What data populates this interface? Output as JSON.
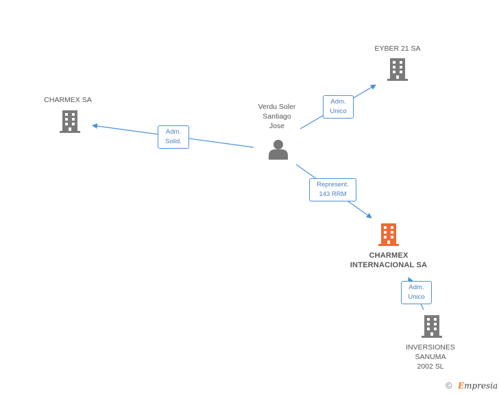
{
  "nodes": {
    "person": {
      "label": "Verdu Soler\nSantiago\nJose"
    },
    "eyber": {
      "label": "EYBER 21 SA"
    },
    "charmex": {
      "label": "CHARMEX SA"
    },
    "charmex_int": {
      "label": "CHARMEX\nINTERNACIONAL SA"
    },
    "inversiones": {
      "label": "INVERSIONES\nSANUMA\n2002  SL"
    }
  },
  "edges": {
    "to_eyber": {
      "label": "Adm.\nUnico"
    },
    "to_charmex": {
      "label": "Adm.\nSolid."
    },
    "to_charmex_int": {
      "label": "Represent.\n143 RRM"
    },
    "to_inversiones": {
      "label": "Adm.\nUnico"
    }
  },
  "colors": {
    "edge": "#4a90d9",
    "building": "#7a7a7a",
    "focus_building": "#f06a35",
    "person": "#777777"
  },
  "footer": {
    "copyright": "©",
    "brand_initial": "E",
    "brand_rest": "mpresia"
  }
}
